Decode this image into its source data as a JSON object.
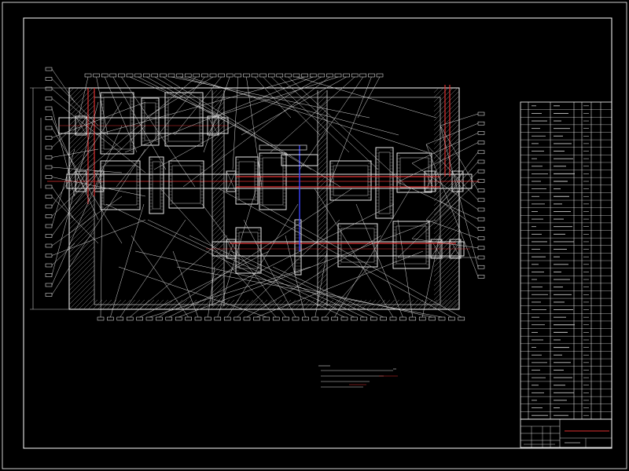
{
  "colors": {
    "background": "#000000",
    "linework": "#ffffff",
    "section": "#c8c8c8",
    "hatch": "#9a9a9a",
    "accent_red": "#e03030",
    "accent_blue": "#3c46ff",
    "accent_cyan": "#40c8e0"
  },
  "drawing": {
    "type": "gearbox-assembly-cad",
    "shafts": 3,
    "gear_pairs": 8,
    "bearings": 10
  },
  "balloon_columns": {
    "top_row": 36,
    "bottom_row": 38,
    "left_column": 24,
    "right_column": 18
  },
  "parts_list": {
    "rows": 42,
    "columns": 6
  },
  "title_block": {
    "rows": 4
  }
}
